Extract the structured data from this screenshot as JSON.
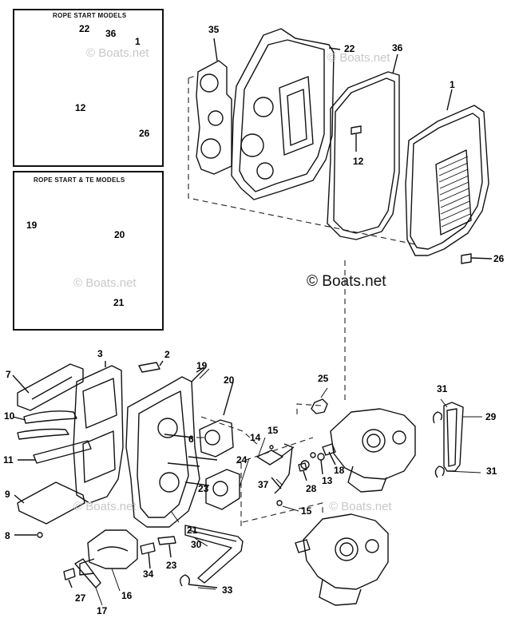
{
  "insets": [
    {
      "id": "rope-start",
      "title": "ROPE START MODELS"
    },
    {
      "id": "rope-start-te",
      "title": "ROPE START & TE MODELS"
    }
  ],
  "watermark": "© Boats.net",
  "brand_label": "© Boats.net",
  "callouts": {
    "inset_a": [
      "22",
      "36",
      "1",
      "12",
      "26"
    ],
    "inset_b": [
      "19",
      "20",
      "21"
    ],
    "upper": [
      "35",
      "22",
      "36",
      "1",
      "12",
      "26"
    ],
    "lower": [
      "2",
      "3",
      "19",
      "20",
      "7",
      "10",
      "11",
      "9",
      "8",
      "6",
      "24",
      "14",
      "15",
      "25",
      "31",
      "29",
      "31",
      "37",
      "28",
      "13",
      "18",
      "15",
      "23",
      "21",
      "30",
      "34",
      "23",
      "27",
      "17",
      "16",
      "33"
    ]
  }
}
